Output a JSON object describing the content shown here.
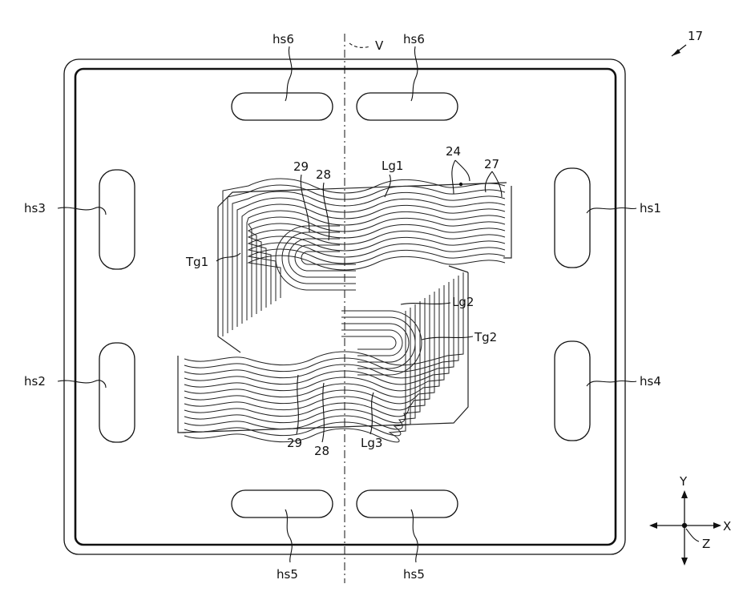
{
  "figure": {
    "ref": "17",
    "axis_line": "V",
    "holes": {
      "hs1": "hs1",
      "hs2": "hs2",
      "hs3": "hs3",
      "hs4": "hs4",
      "hs5": "hs5",
      "hs6": "hs6"
    },
    "labels": {
      "n24": "24",
      "n27": "27",
      "n28": "28",
      "n29": "29",
      "lg1": "Lg1",
      "lg2": "Lg2",
      "lg3": "Lg3",
      "tg1": "Tg1",
      "tg2": "Tg2"
    },
    "axes": {
      "x": "X",
      "y": "Y",
      "z": "Z"
    }
  }
}
